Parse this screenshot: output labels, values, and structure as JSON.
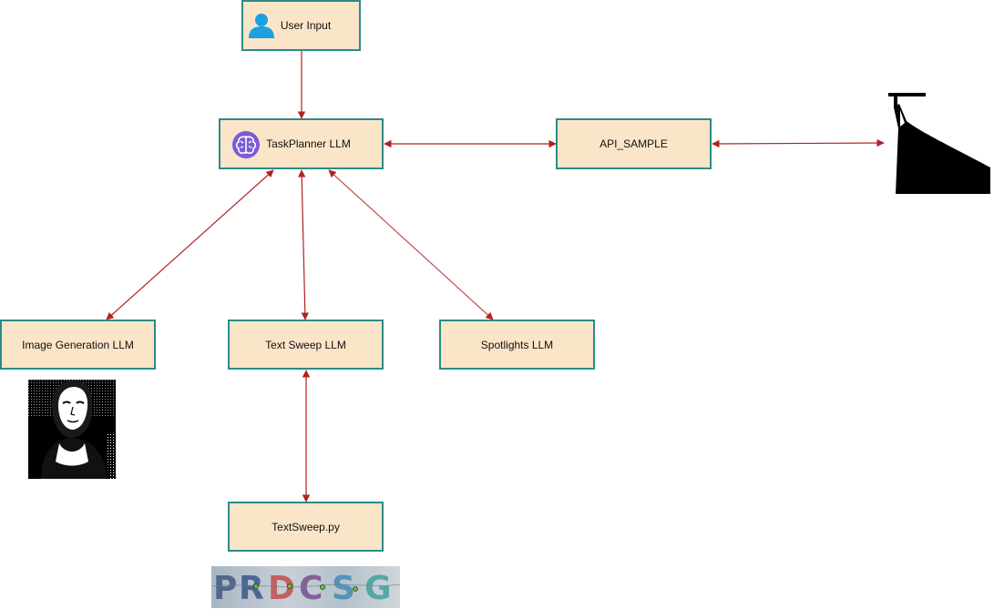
{
  "diagram": {
    "nodes": {
      "user_input": {
        "label": "User Input",
        "icon": "user-icon"
      },
      "taskplanner": {
        "label": "TaskPlanner LLM",
        "icon": "brain-icon"
      },
      "api_sample": {
        "label": "API_SAMPLE"
      },
      "image_generation": {
        "label": "Image Generation LLM"
      },
      "text_sweep": {
        "label": "Text Sweep LLM"
      },
      "spotlights": {
        "label": "Spotlights LLM"
      },
      "textsweep_py": {
        "label": "TextSweep.py"
      }
    },
    "images": {
      "mona_lisa": {
        "depicts": "mona-lisa-image"
      },
      "external_api": {
        "depicts": "lamp-icon"
      },
      "captcha": {
        "depicts": "captcha-image",
        "text": "PRDCSG"
      }
    },
    "edges": [
      {
        "from": "user_input",
        "to": "taskplanner",
        "direction": "forward"
      },
      {
        "from": "taskplanner",
        "to": "api_sample",
        "direction": "both"
      },
      {
        "from": "api_sample",
        "to": "external_api",
        "direction": "both"
      },
      {
        "from": "taskplanner",
        "to": "image_generation",
        "direction": "both"
      },
      {
        "from": "taskplanner",
        "to": "text_sweep",
        "direction": "both"
      },
      {
        "from": "taskplanner",
        "to": "spotlights",
        "direction": "both"
      },
      {
        "from": "text_sweep",
        "to": "textsweep_py",
        "direction": "both"
      }
    ]
  },
  "colors": {
    "node_fill": "#fae5c8",
    "node_border": "#2e8b86",
    "edge": "#b22222",
    "user_icon": "#1ba1e2",
    "brain_icon": "#7b5cd6"
  }
}
